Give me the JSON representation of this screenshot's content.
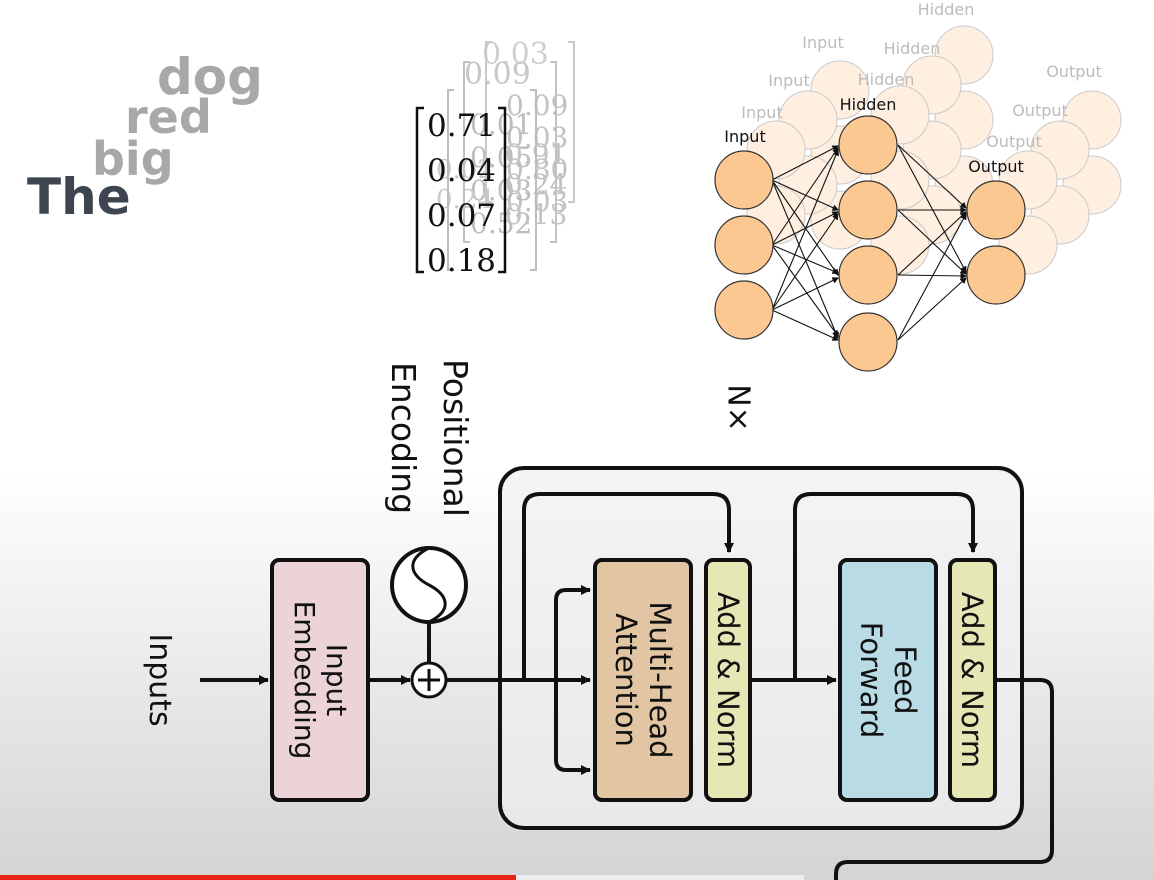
{
  "words": [
    "The",
    "big",
    "red",
    "dog"
  ],
  "vectors": {
    "front": [
      "0.71",
      "0.04",
      "0.07",
      "0.18"
    ],
    "back": [
      [
        "0.03",
        "0.09",
        "0.01",
        "0.05",
        "0.03",
        "0.52",
        "0.91",
        "0.24",
        "0.13"
      ],
      [
        "0.09",
        "0.03",
        "0.80",
        "0.03",
        "0.02",
        "0.24"
      ]
    ]
  },
  "neural_net": {
    "input_label": "Input",
    "hidden_label": "Hidden",
    "output_label": "Output"
  },
  "transformer": {
    "inputs_label": "Inputs",
    "input_embedding": "Input Embedding",
    "positional_encoding": "Positional Encoding",
    "multi_head_attention": "Multi-Head Attention",
    "add_norm_1": "Add & Norm",
    "feed_forward": "Feed Forward",
    "add_norm_2": "Add & Norm",
    "nx_label": "N×",
    "colors": {
      "embedding": "#ecd3d8",
      "attention": "#e2c5a3",
      "add_norm": "#e5e8b5",
      "feed_forward": "#b9dbe6",
      "neuron": "#fcc891",
      "progress": "#e62117"
    }
  },
  "video": {
    "progress": 0.447
  }
}
